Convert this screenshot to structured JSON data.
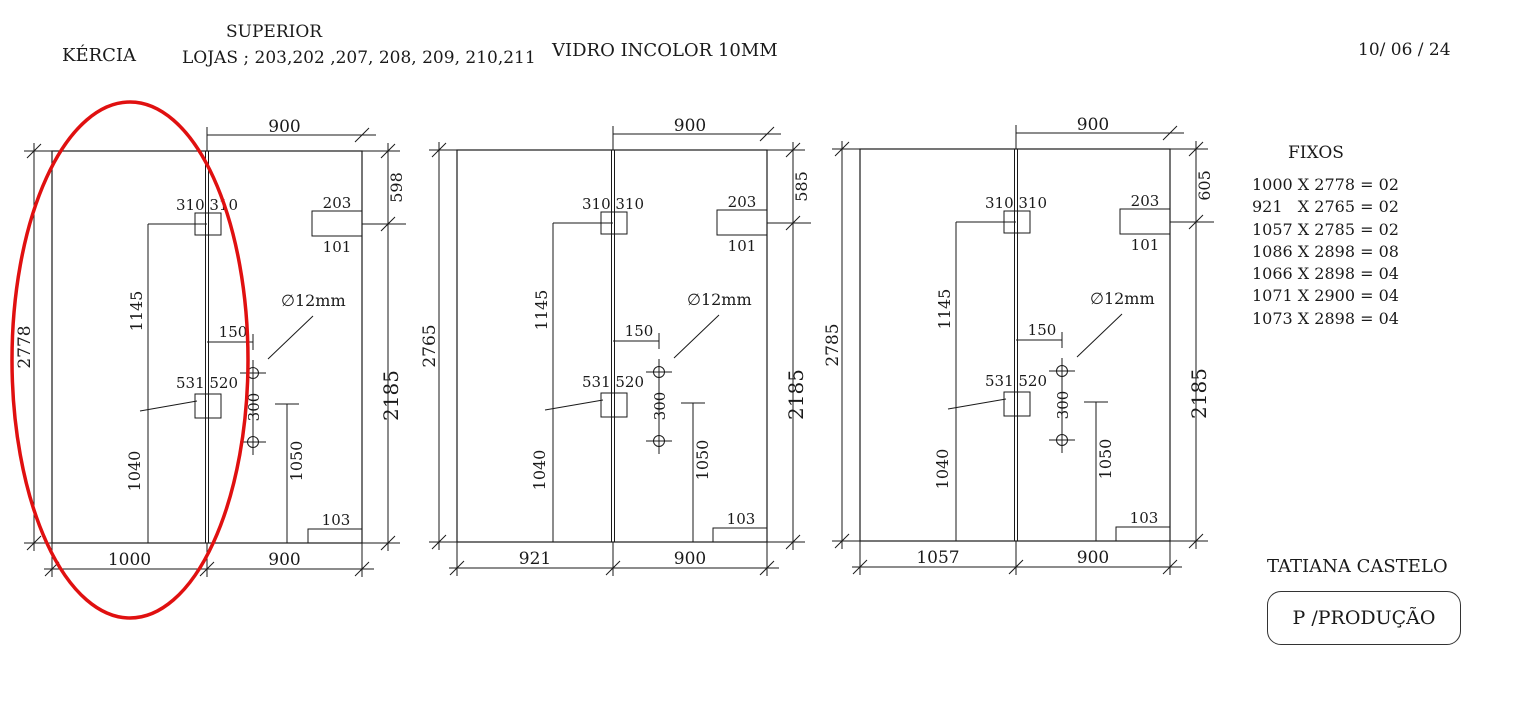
{
  "header": {
    "client": "KÉRCIA",
    "level": "SUPERIOR",
    "stores": "LOJAS ; 203,202 ,207, 208, 209, 210,211",
    "material": "VIDRO INCOLOR 10MM",
    "date": "10/ 06 / 24"
  },
  "panels": [
    {
      "height": "2778",
      "left_width": "1000",
      "right_width": "900",
      "top_width": "900",
      "top_right": "598",
      "right_height": "2185",
      "v_upper": "1145",
      "v_lower": "1040",
      "v_right": "1050",
      "box_top": "310 310",
      "box_mid": "531 520",
      "dim_150": "150",
      "dim_300": "300",
      "hole": "∅12mm",
      "lock_top": "203",
      "lock_bottom": "101",
      "lock_floor": "103"
    },
    {
      "height": "2765",
      "left_width": "921",
      "right_width": "900",
      "top_width": "900",
      "top_right": "585",
      "right_height": "2185",
      "v_upper": "1145",
      "v_lower": "1040",
      "v_right": "1050",
      "box_top": "310 310",
      "box_mid": "531 520",
      "dim_150": "150",
      "dim_300": "300",
      "hole": "∅12mm",
      "lock_top": "203",
      "lock_bottom": "101",
      "lock_floor": "103"
    },
    {
      "height": "2785",
      "left_width": "1057",
      "right_width": "900",
      "top_width": "900",
      "top_right": "605",
      "right_height": "2185",
      "v_upper": "1145",
      "v_lower": "1040",
      "v_right": "1050",
      "box_top": "310 310",
      "box_mid": "531 520",
      "dim_150": "150",
      "dim_300": "300",
      "hole": "∅12mm",
      "lock_top": "203",
      "lock_bottom": "101",
      "lock_floor": "103"
    }
  ],
  "fixos": {
    "title": "FIXOS",
    "items": [
      "1000 X 2778 = 02",
      "921   X 2765 = 02",
      "1057 X 2785 = 02",
      "1086 X 2898 = 08",
      "1066 X 2898 = 04",
      "1071 X 2900 = 04",
      "1073 X 2898 = 04"
    ]
  },
  "signature": "TATIANA CASTELO",
  "stamp": "P /PRODUÇÃO",
  "colors": {
    "ink": "#1a1a1a",
    "highlight": "#e01010"
  }
}
